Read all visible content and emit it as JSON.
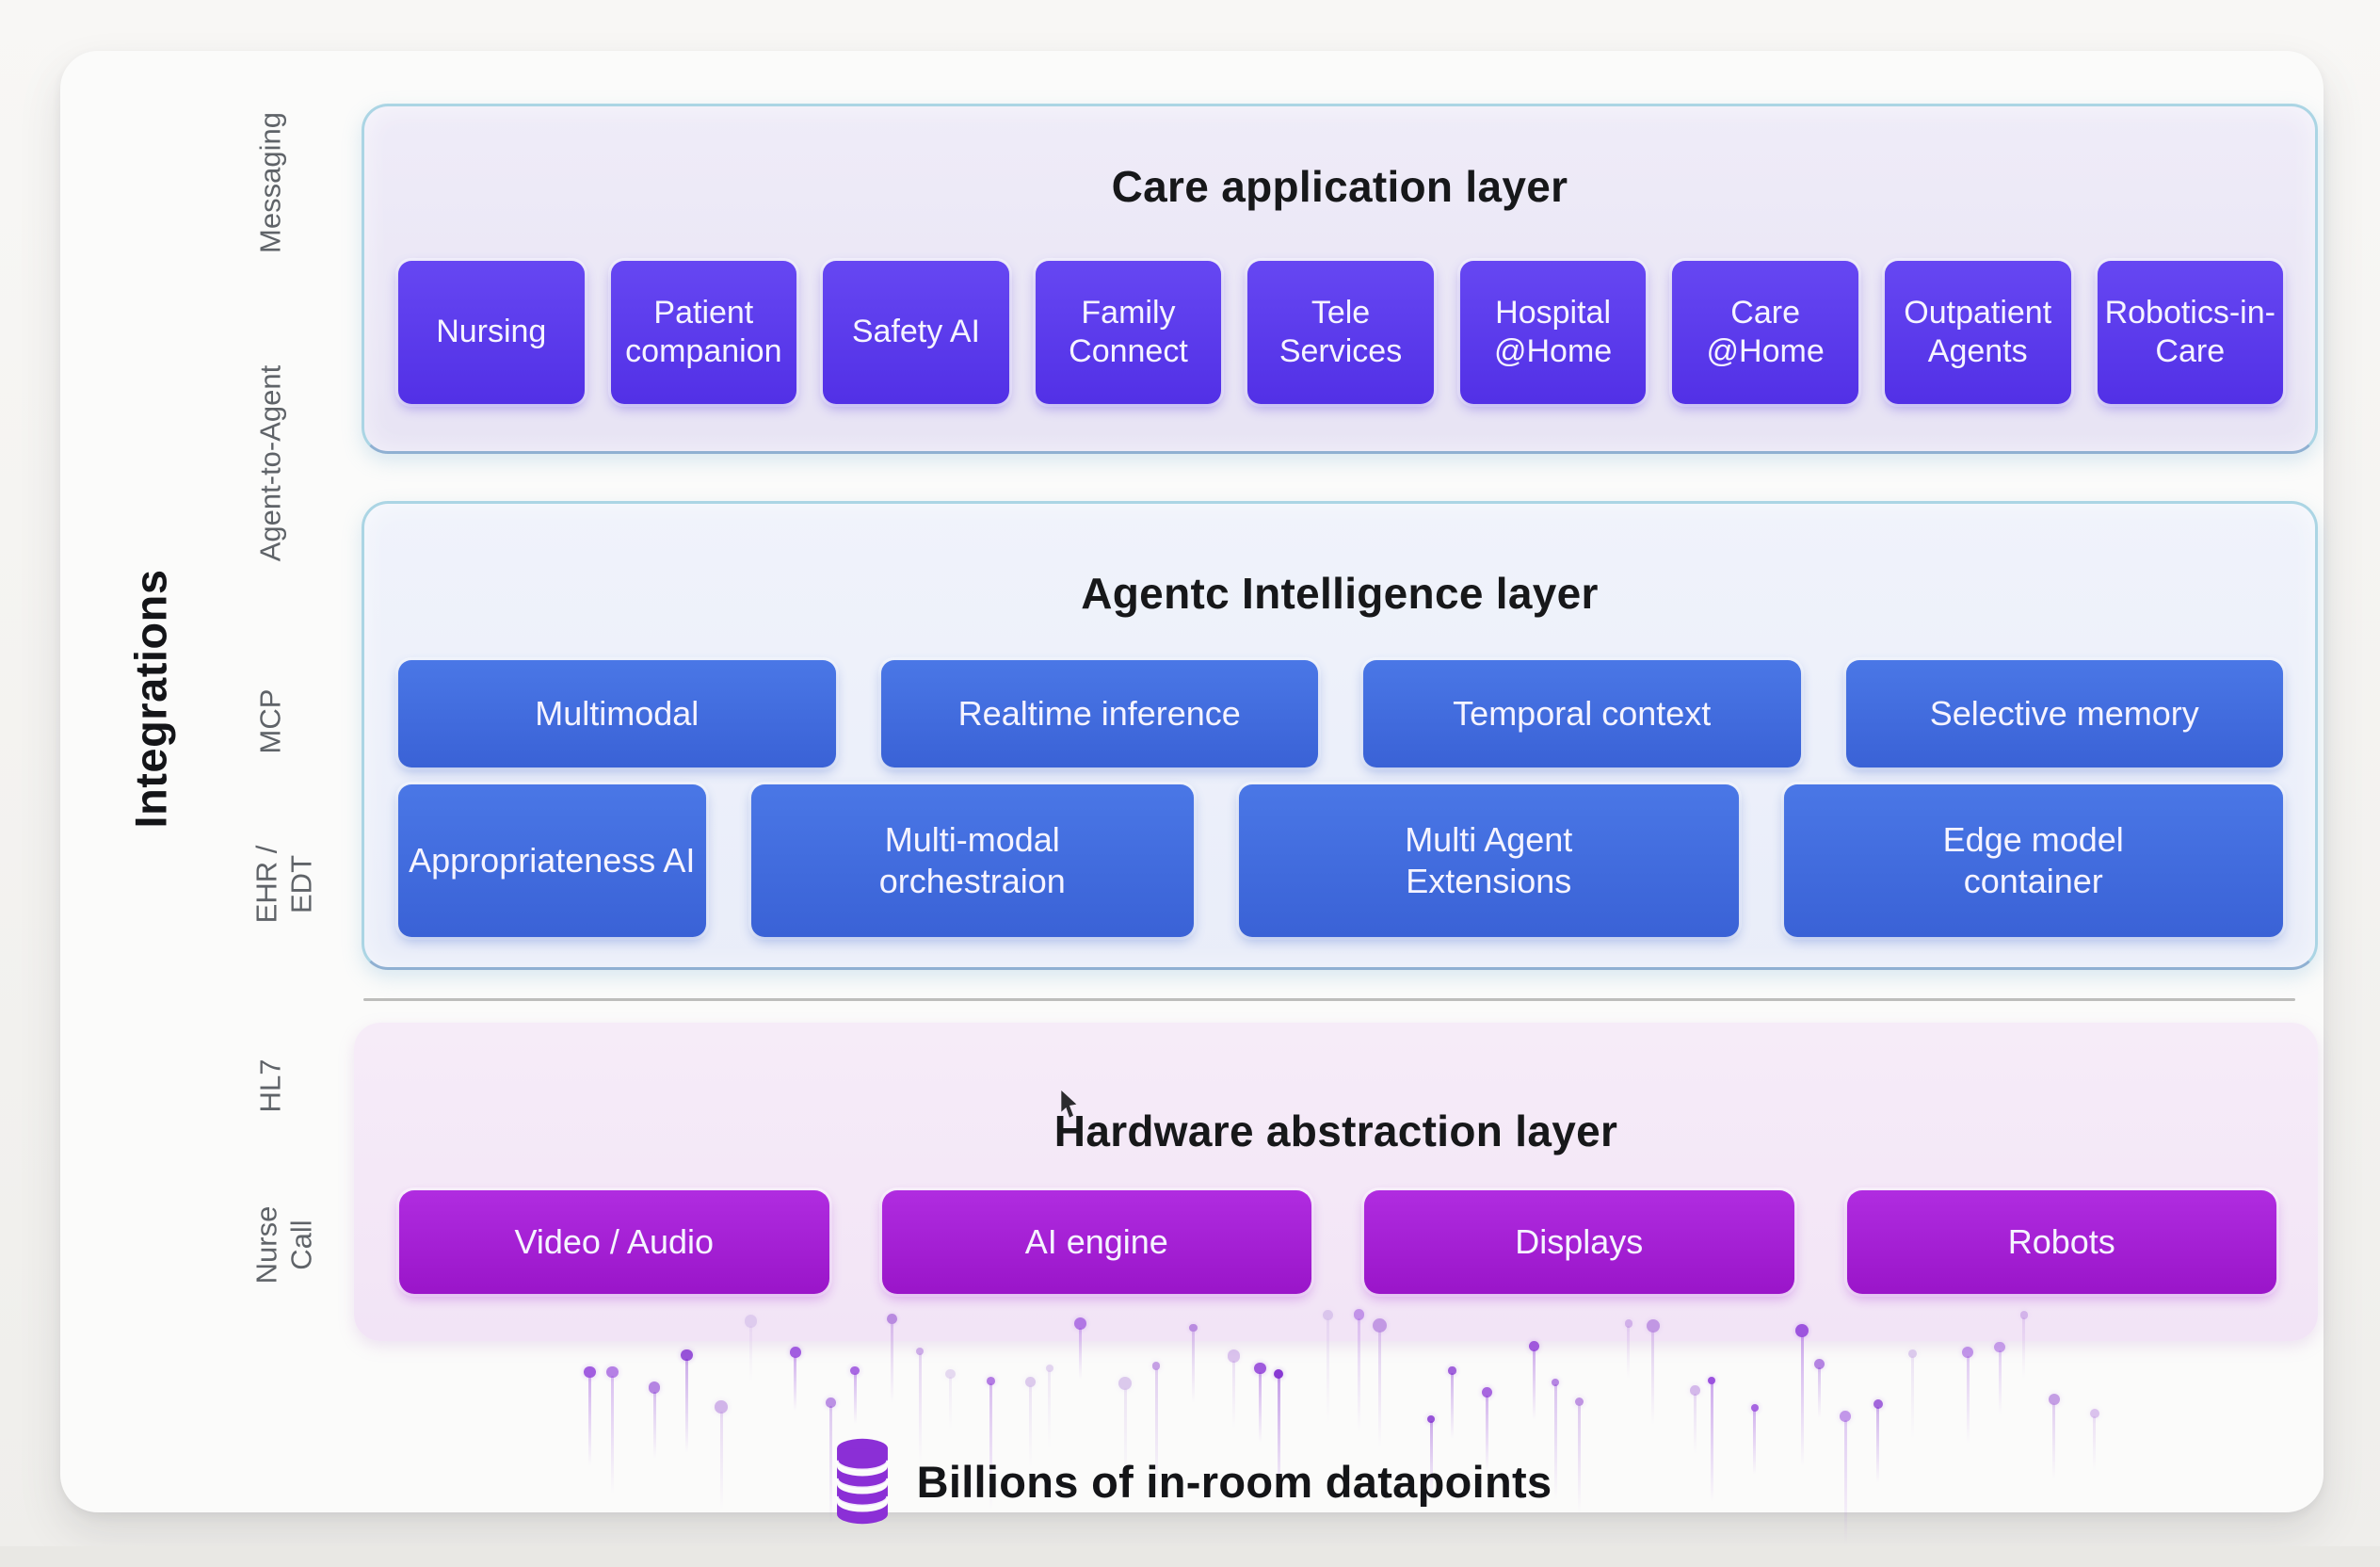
{
  "sidebar": {
    "title": "Integrations",
    "items": [
      {
        "label": "Messaging"
      },
      {
        "label": "Agent-to-Agent"
      },
      {
        "label": "MCP"
      },
      {
        "label": "EHR / EDT"
      },
      {
        "label": "HL7"
      },
      {
        "label": "Nurse Call"
      }
    ]
  },
  "layers": {
    "care": {
      "title": "Care application layer",
      "buttons": [
        "Nursing",
        "Patient companion",
        "Safety AI",
        "Family Connect",
        "Tele Services",
        "Hospital @Home",
        "Care @Home",
        "Outpatient Agents",
        "Robotics-in-Care"
      ]
    },
    "agentic": {
      "title": "Agentc Intelligence layer",
      "row1": [
        "Multimodal",
        "Realtime inference",
        "Temporal context",
        "Selective memory"
      ],
      "row2": [
        "Appropriateness AI",
        "Multi-modal orchestraion",
        "Multi Agent Extensions",
        "Edge model container"
      ]
    },
    "hardware": {
      "title": "Hardware abstraction layer",
      "buttons": [
        "Video / Audio",
        "AI engine",
        "Displays",
        "Robots"
      ]
    }
  },
  "footer": {
    "caption": "Billions of in-room datapoints",
    "icon": "database-icon"
  },
  "colors": {
    "care_chip": "#5836ee",
    "agentic_chip": "#3f6cdf",
    "hardware_chip": "#a521d6",
    "container_border": "#abd5e4",
    "care_bg": "#eae6f6",
    "agentic_bg": "#ecf0fa",
    "hardware_bg": "#f4e7f7",
    "database_icon": "#8b2fd6"
  },
  "decor": {
    "dot_colors": [
      "#7b24cf",
      "#8f3bd8",
      "#9a4fde",
      "#b98ae0",
      "#d3bce9"
    ]
  }
}
